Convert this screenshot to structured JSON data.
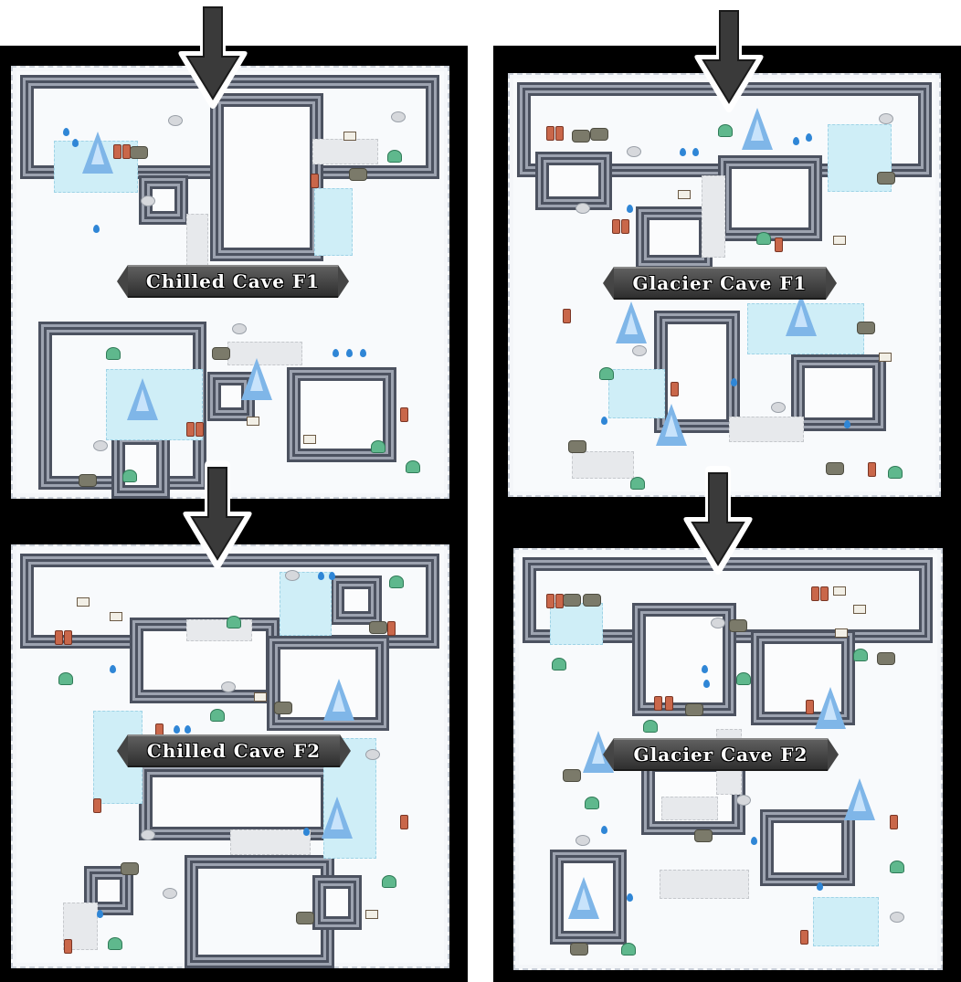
{
  "maps": [
    {
      "id": "chilled-f1",
      "title": "Chilled Cave F1"
    },
    {
      "id": "chilled-f2",
      "title": "Chilled Cave F2"
    },
    {
      "id": "glacier-f1",
      "title": "Glacier Cave F1"
    },
    {
      "id": "glacier-f2",
      "title": "Glacier Cave F2"
    }
  ],
  "icons": {
    "arrow": "down-arrow-icon",
    "crystal": "ice-crystal-icon",
    "rock": "rock-icon",
    "barrel": "barrel-icon",
    "plant": "ice-plant-icon",
    "water": "water-drop-icon",
    "sign": "sign-icon"
  },
  "colors": {
    "background": "#000000",
    "snow": "#f8fafc",
    "ice": "#cfeef7",
    "ridge": "#4c5260",
    "crystal": "#7fb6e8",
    "label": "#3a3a3a"
  }
}
